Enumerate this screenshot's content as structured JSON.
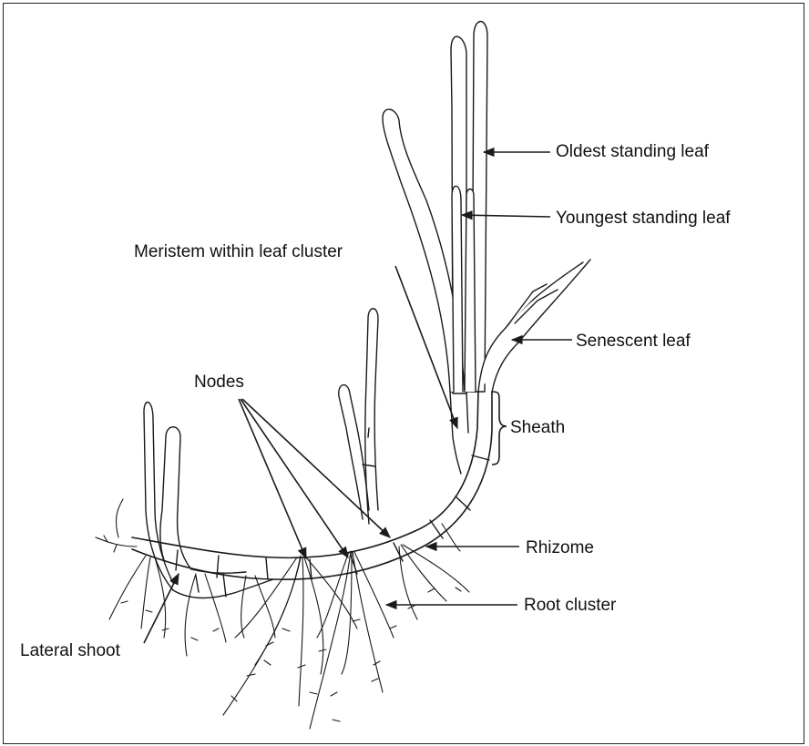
{
  "diagram": {
    "labels": {
      "oldest_standing_leaf": "Oldest standing leaf",
      "youngest_standing_leaf": "Youngest standing leaf",
      "meristem": "Meristem within leaf cluster",
      "senescent_leaf": "Senescent leaf",
      "nodes": "Nodes",
      "sheath": "Sheath",
      "rhizome": "Rhizome",
      "root_cluster": "Root  cluster",
      "lateral_shoot": "Lateral shoot"
    },
    "colors": {
      "line": "#1a1a1a",
      "fill": "#ffffff",
      "rhizome_fill": "#f2f2f2"
    }
  }
}
